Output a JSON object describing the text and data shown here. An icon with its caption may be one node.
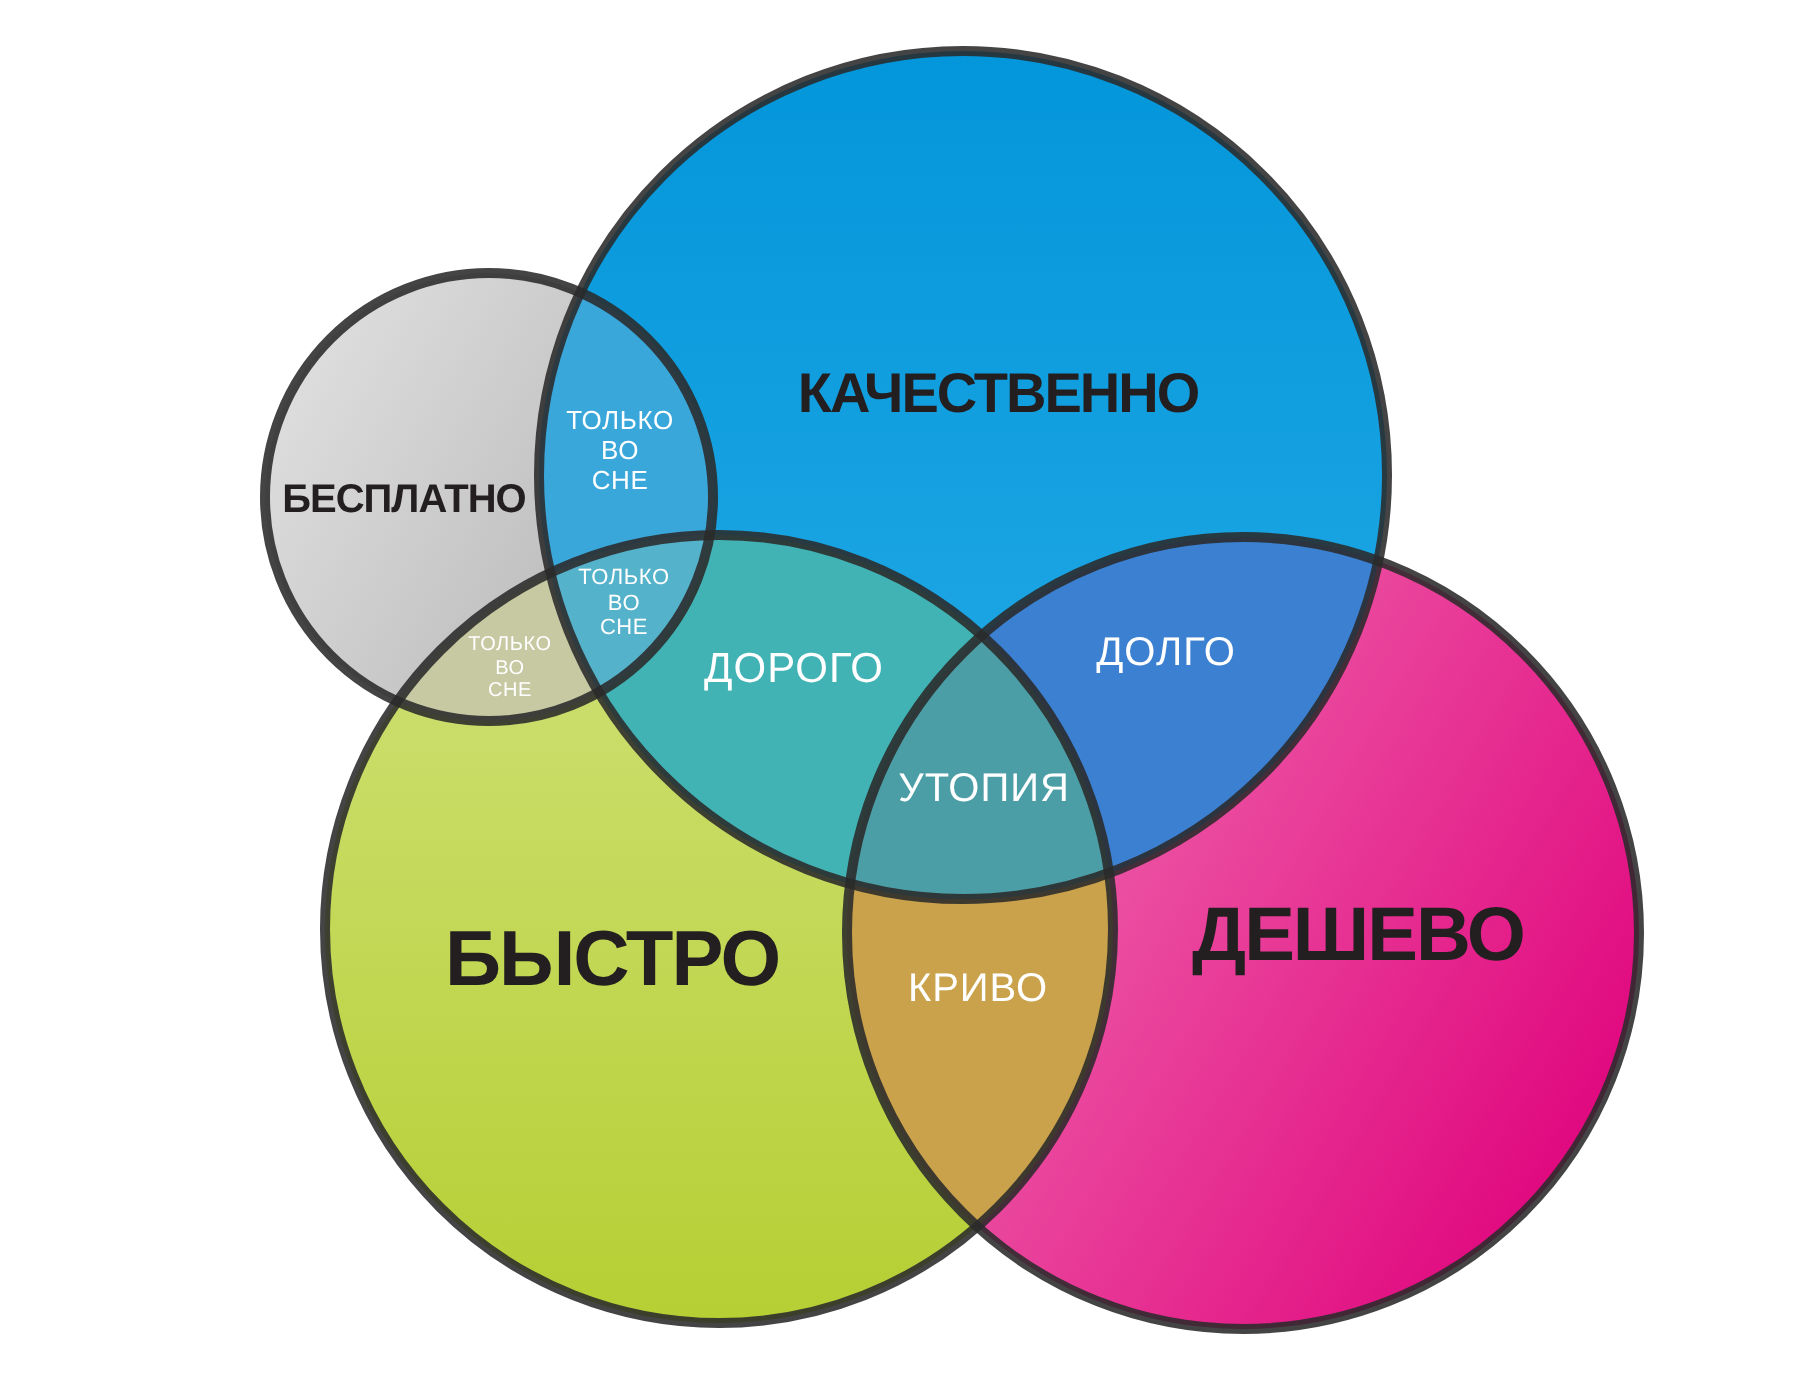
{
  "diagram": {
    "nodes": [
      {
        "text": [
          "КАЧЕСТВЕННО"
        ]
      },
      {
        "text": [
          "БЕСПЛАТНО"
        ]
      },
      {
        "text": [
          "БЫСТРО"
        ]
      },
      {
        "text": [
          "ДЕШЕВО"
        ]
      }
    ],
    "labels": [
      "ТОЛЬКО ВО СНЕ",
      "ТОЛЬКО ВО СНЕ",
      "ТОЛЬКО ВО СНЕ",
      "ДОРОГО",
      "ДОЛГО",
      "УТОПИЯ",
      "КРИВО"
    ]
  }
}
